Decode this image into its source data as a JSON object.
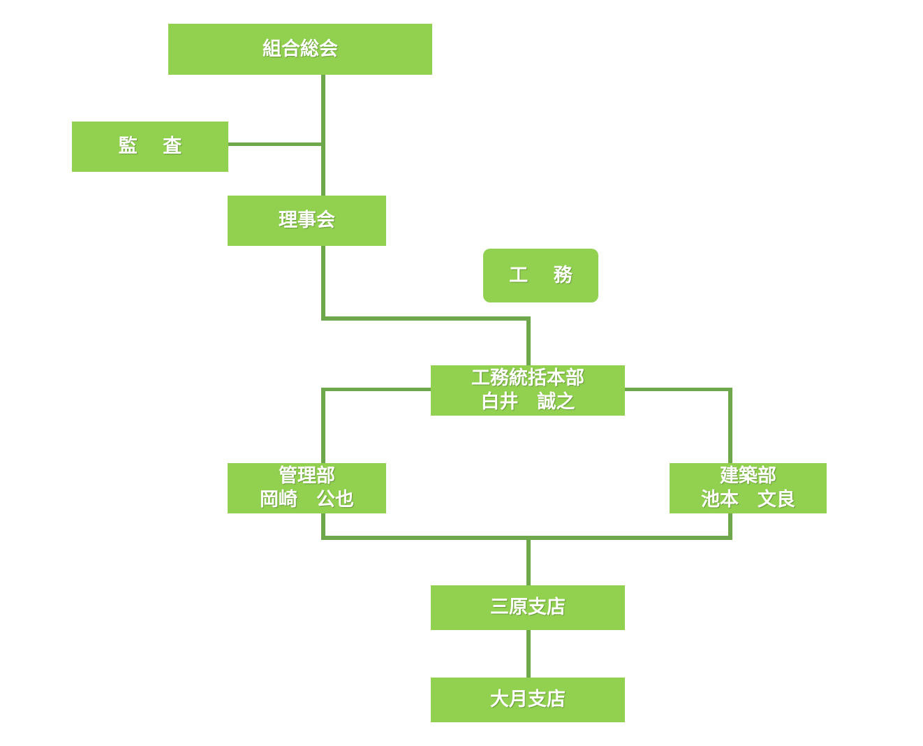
{
  "colors": {
    "box_fill": "#92d050",
    "connector": "#6fa84a",
    "text": "#ffffff",
    "background": "#ffffff"
  },
  "nodes": {
    "general_assembly": {
      "label": "組合総会"
    },
    "audit": {
      "label": "監　 査"
    },
    "board": {
      "label": "理事会"
    },
    "engineering": {
      "label": "工　 務"
    },
    "engineering_hq": {
      "label": "工務統括本部",
      "person": "白井　誠之"
    },
    "management_dept": {
      "label": "管理部",
      "person": "岡崎　公也"
    },
    "construction_dept": {
      "label": "建築部",
      "person": "池本　文良"
    },
    "mihara_branch": {
      "label": "三原支店"
    },
    "otsuki_branch": {
      "label": "大月支店"
    }
  }
}
